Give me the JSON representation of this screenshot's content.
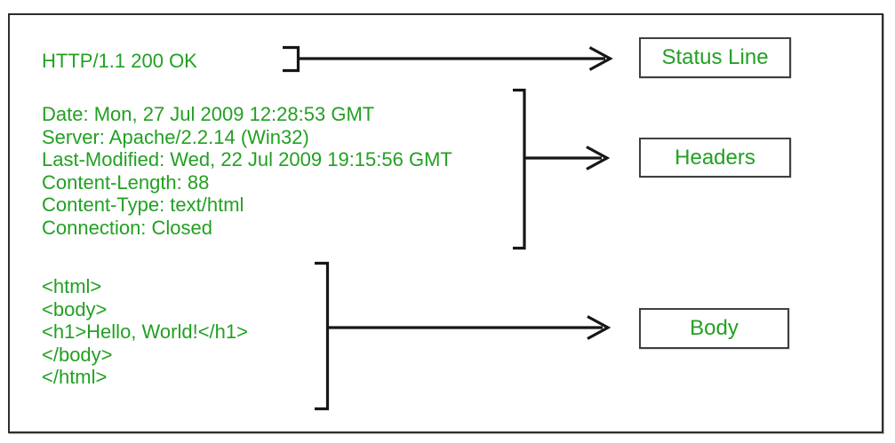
{
  "response": {
    "status_line": "HTTP/1.1 200 OK",
    "headers": [
      "Date: Mon, 27 Jul 2009 12:28:53 GMT",
      "Server: Apache/2.2.14 (Win32)",
      "Last-Modified: Wed, 22 Jul 2009 19:15:56 GMT",
      "Content-Length: 88",
      "Content-Type: text/html",
      "Connection: Closed"
    ],
    "body_lines": [
      "<html>",
      "<body>",
      "<h1>Hello, World!</h1>",
      "</body>",
      "</html>"
    ]
  },
  "labels": {
    "status_line": "Status Line",
    "headers": "Headers",
    "body": "Body"
  },
  "colors": {
    "text_green": "#22a022",
    "line_black": "#161616",
    "border_gray": "#2d2d2d"
  }
}
